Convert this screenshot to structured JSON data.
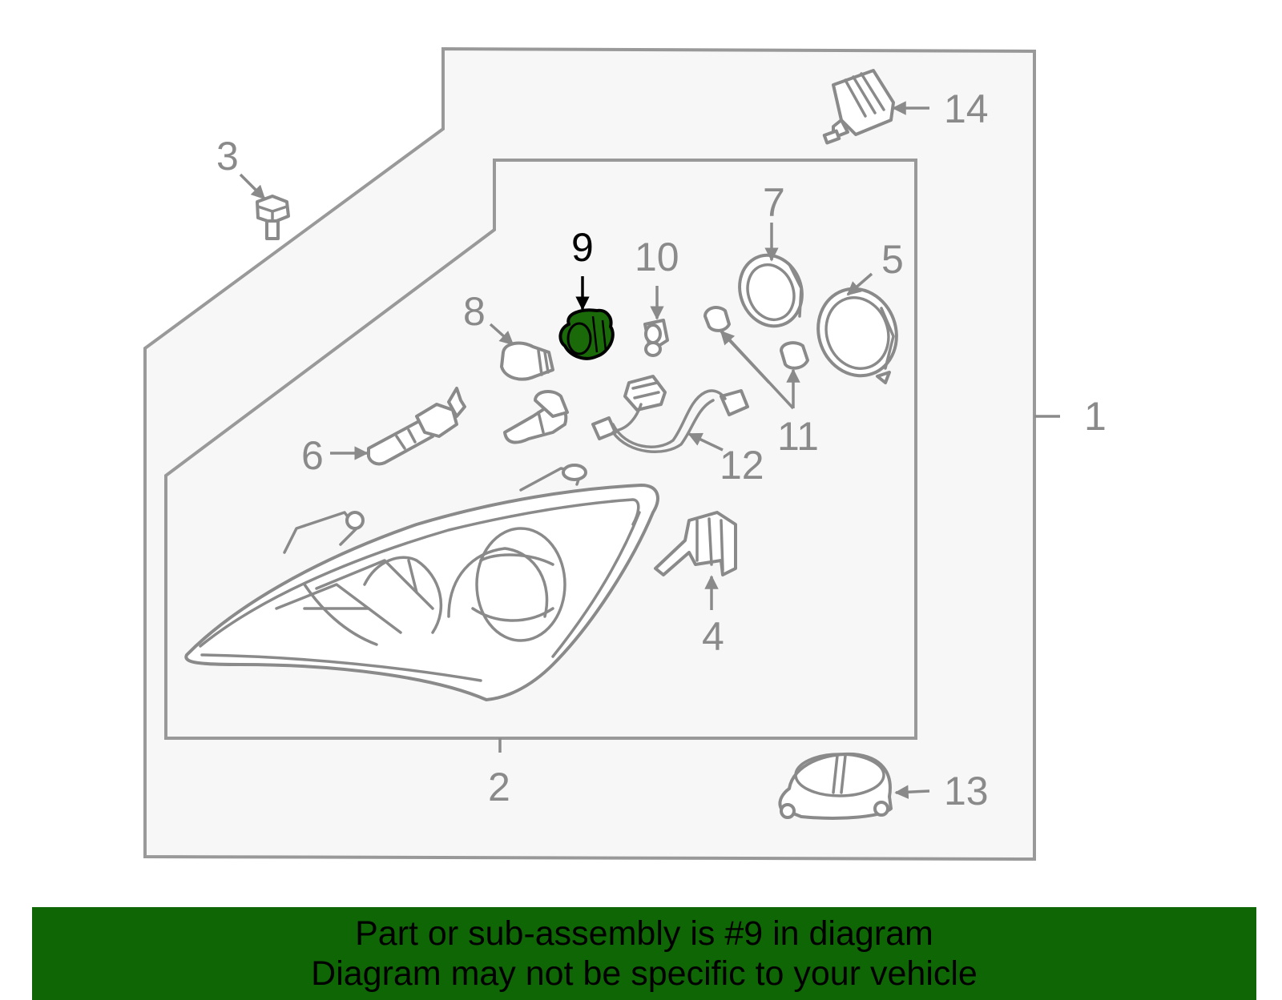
{
  "diagram": {
    "highlight_part": "9",
    "highlight_color": "#1a6a0a",
    "callouts": {
      "c1": "1",
      "c2": "2",
      "c3": "3",
      "c4": "4",
      "c5": "5",
      "c6": "6",
      "c7": "7",
      "c8": "8",
      "c9": "9",
      "c10": "10",
      "c11": "11",
      "c12": "12",
      "c13": "13",
      "c14": "14"
    }
  },
  "banner": {
    "line1": "Part or sub-assembly is #9 in diagram",
    "line2": "Diagram may not be specific to your vehicle",
    "background": "#0f6604"
  }
}
